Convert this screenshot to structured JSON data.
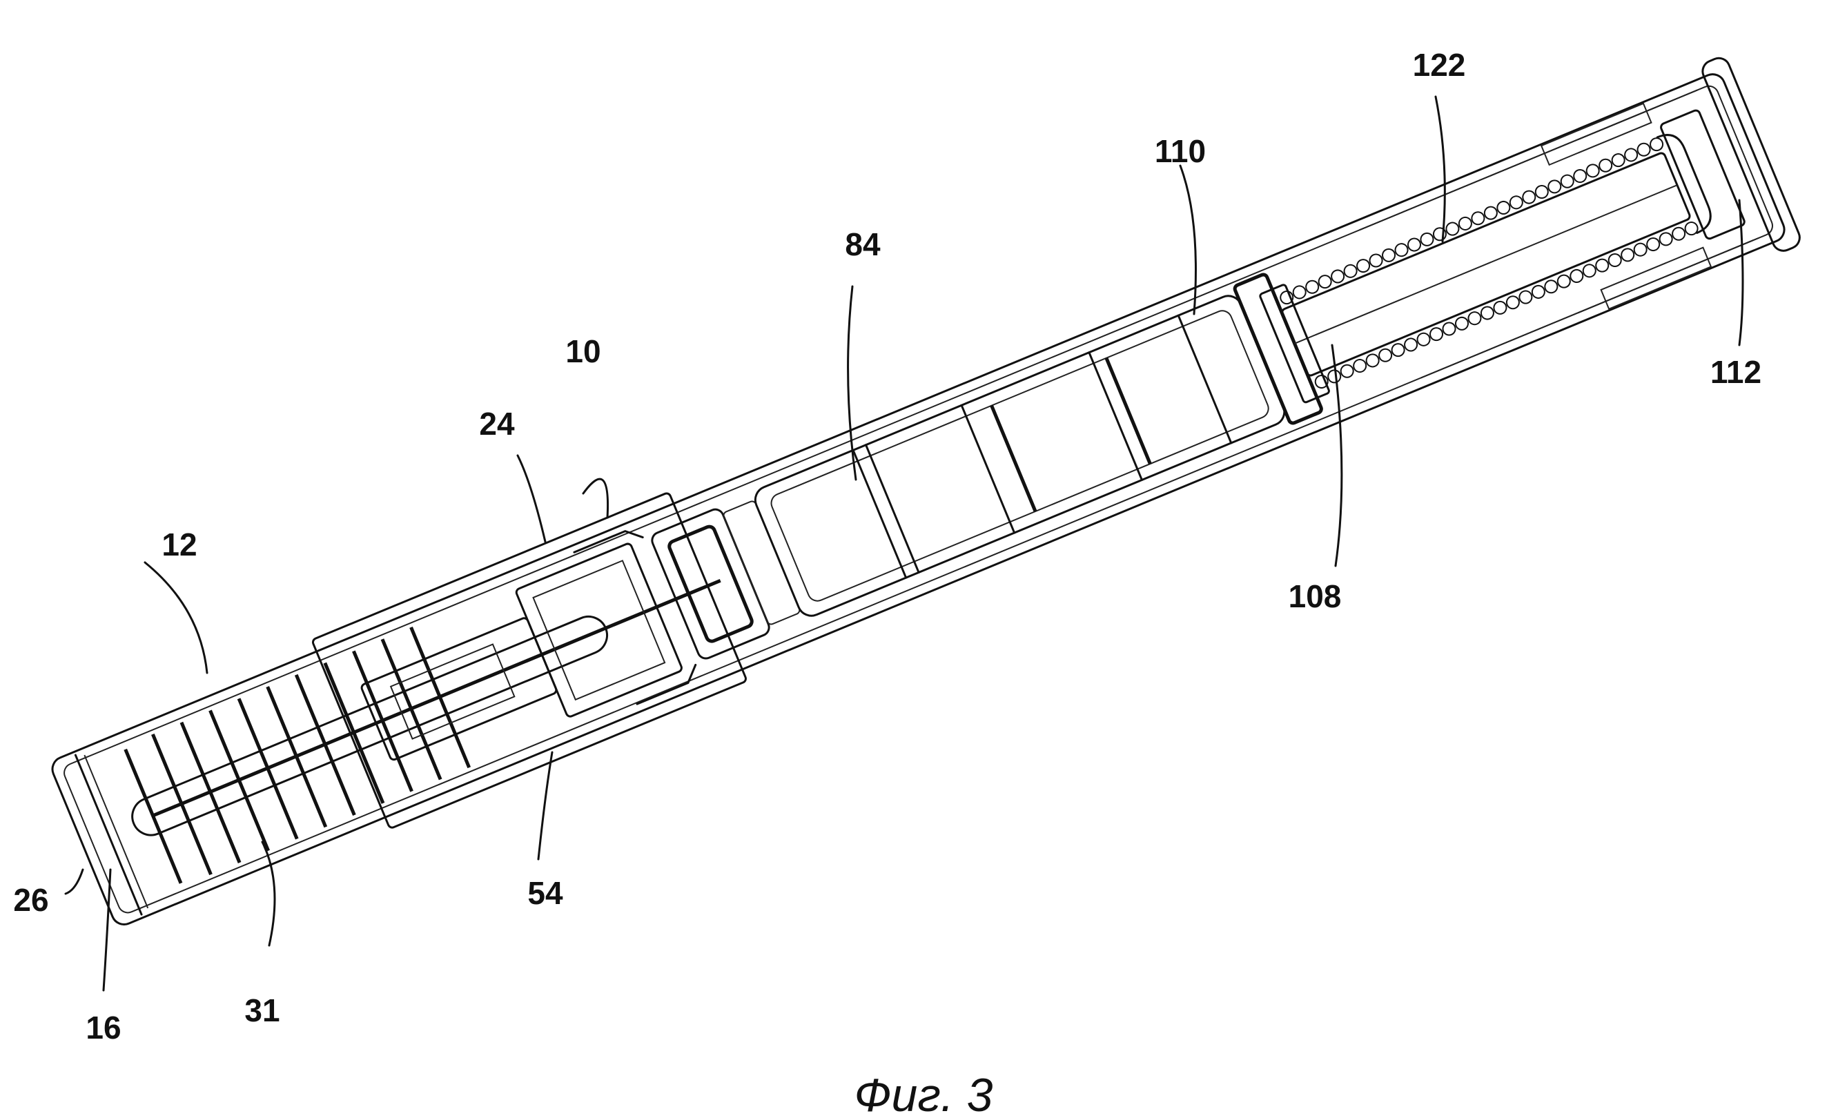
{
  "figure": {
    "caption": "Фиг. 3",
    "labels": {
      "l10": "10",
      "l12": "12",
      "l16": "16",
      "l24": "24",
      "l26": "26",
      "l31": "31",
      "l54": "54",
      "l84": "84",
      "l108": "108",
      "l110": "110",
      "l112": "112",
      "l122": "122"
    }
  }
}
